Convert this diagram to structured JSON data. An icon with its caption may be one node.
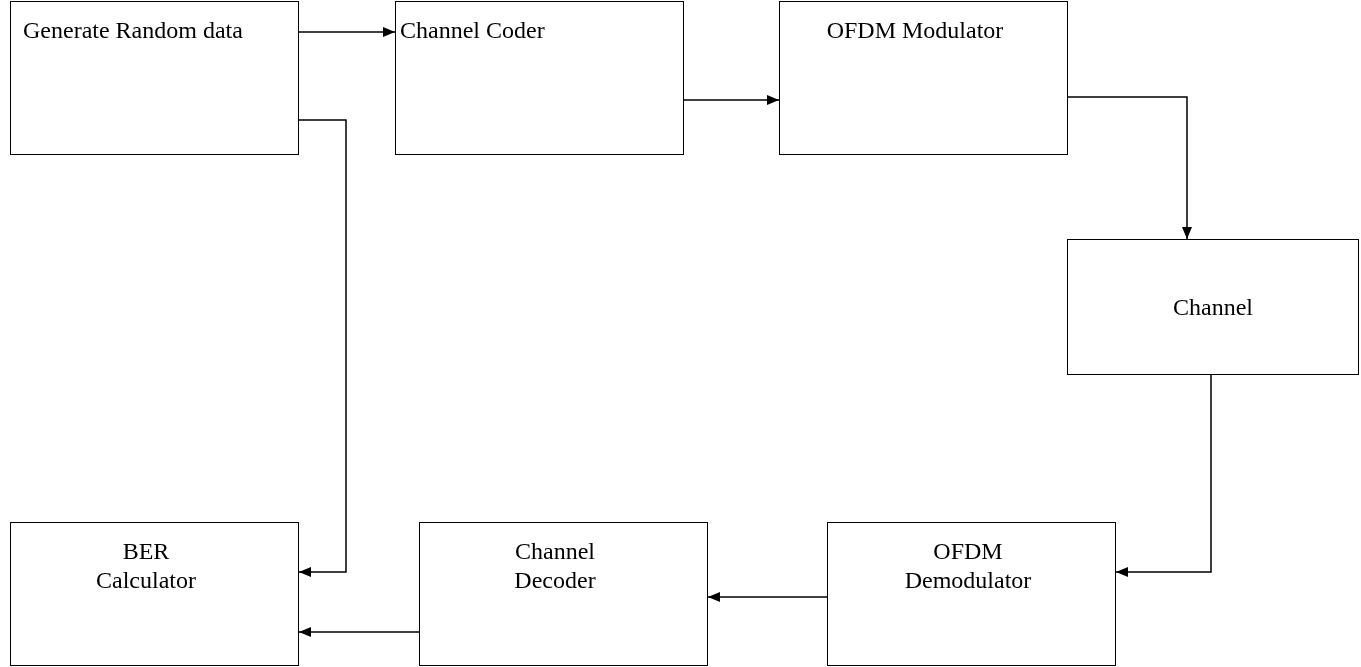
{
  "diagram": {
    "nodes": [
      {
        "text": [
          "Generate Random data"
        ]
      },
      {
        "text": [
          "Channel Coder"
        ]
      },
      {
        "text": [
          "OFDM Modulator"
        ]
      },
      {
        "text": [
          "Channel"
        ]
      },
      {
        "text": [
          "BER Calculator"
        ]
      },
      {
        "text": [
          "Channel Decoder"
        ]
      },
      {
        "text": [
          "OFDM Demodulator"
        ]
      }
    ],
    "edges": [
      {
        "from": 0,
        "to": 1,
        "arrow": "to"
      },
      {
        "from": 1,
        "to": 2,
        "arrow": "to"
      },
      {
        "from": 2,
        "to": 3,
        "arrow": "to"
      },
      {
        "from": 3,
        "to": 6,
        "arrow": "to"
      },
      {
        "from": 6,
        "to": 5,
        "arrow": "to"
      },
      {
        "from": 5,
        "to": 4,
        "arrow": "to"
      },
      {
        "from": 0,
        "to": 4,
        "arrow": "to"
      }
    ]
  }
}
